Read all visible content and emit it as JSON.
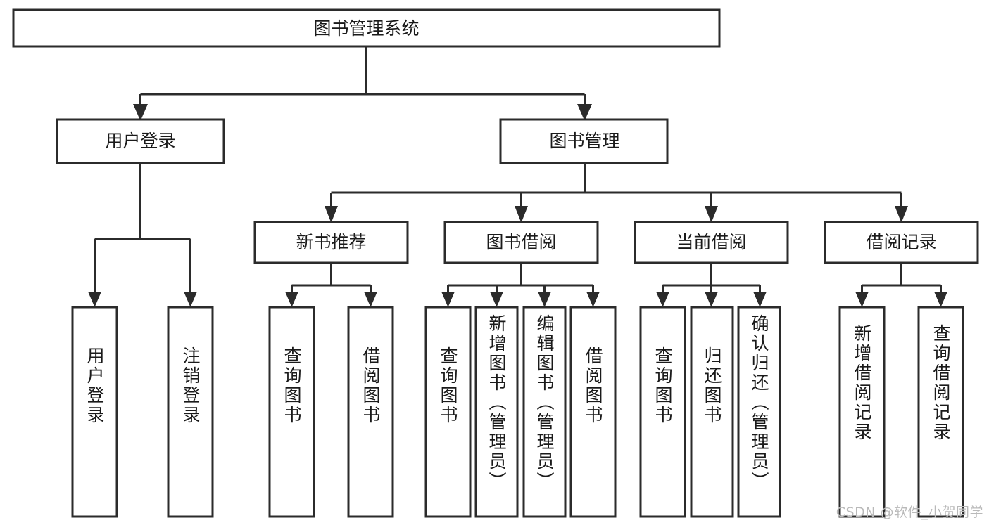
{
  "diagram": {
    "type": "tree-hierarchy",
    "title": "图书管理系统",
    "watermark": "CSDN @软件_小贺同学",
    "colors": {
      "background": "#ffffff",
      "stroke": "#2b2b2b",
      "text": "#1a1a1a",
      "watermark": "#b9b9b9"
    },
    "levels": {
      "root": {
        "label": "图书管理系统"
      },
      "level2": [
        {
          "label": "用户登录"
        },
        {
          "label": "图书管理"
        }
      ],
      "level3": [
        {
          "label": "新书推荐"
        },
        {
          "label": "图书借阅"
        },
        {
          "label": "当前借阅"
        },
        {
          "label": "借阅记录"
        }
      ],
      "leaves": [
        {
          "label": "用户登录",
          "parent": "用户登录"
        },
        {
          "label": "注销登录",
          "parent": "用户登录"
        },
        {
          "label": "查询图书",
          "parent": "新书推荐"
        },
        {
          "label": "借阅图书",
          "parent": "新书推荐"
        },
        {
          "label": "查询图书",
          "parent": "图书借阅"
        },
        {
          "label": "新增图书（管理员）",
          "parent": "图书借阅"
        },
        {
          "label": "编辑图书（管理员）",
          "parent": "图书借阅"
        },
        {
          "label": "借阅图书",
          "parent": "图书借阅"
        },
        {
          "label": "查询图书",
          "parent": "当前借阅"
        },
        {
          "label": "归还图书",
          "parent": "当前借阅"
        },
        {
          "label": "确认归还（管理员）",
          "parent": "当前借阅"
        },
        {
          "label": "新增借阅记录",
          "parent": "借阅记录"
        },
        {
          "label": "查询借阅记录",
          "parent": "借阅记录"
        }
      ]
    }
  }
}
